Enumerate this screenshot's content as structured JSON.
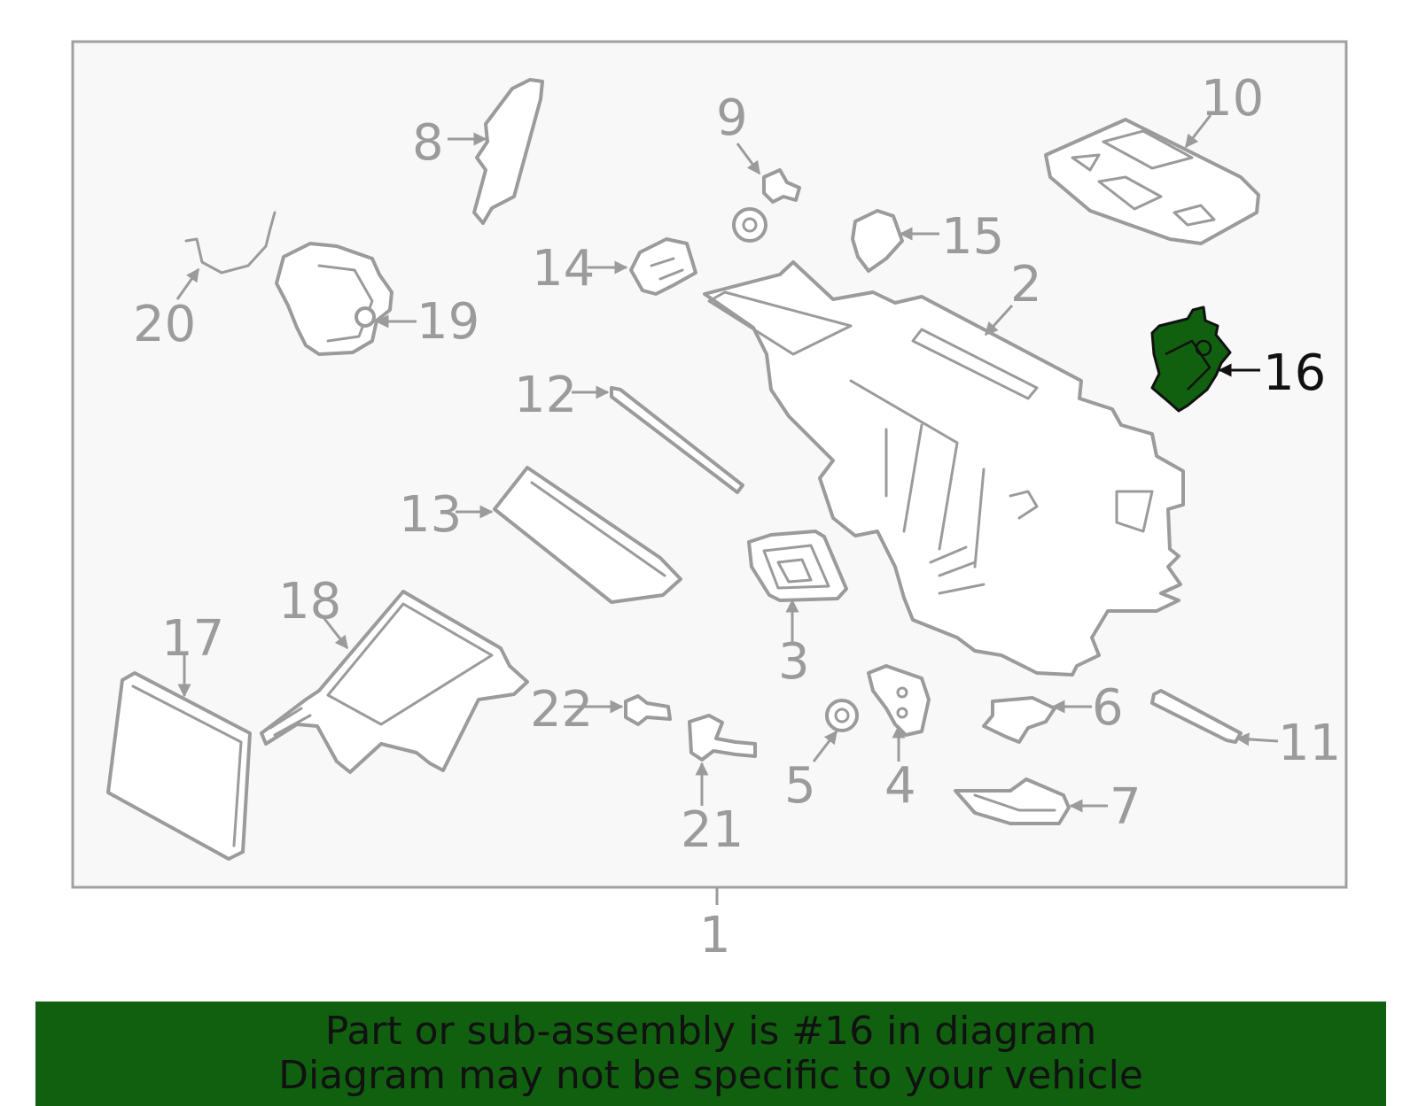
{
  "diagram": {
    "highlighted_part": "16",
    "highlight_color": "#106010",
    "callouts": [
      {
        "id": "1",
        "label": "1"
      },
      {
        "id": "2",
        "label": "2"
      },
      {
        "id": "3",
        "label": "3"
      },
      {
        "id": "4",
        "label": "4"
      },
      {
        "id": "5",
        "label": "5"
      },
      {
        "id": "6",
        "label": "6"
      },
      {
        "id": "7",
        "label": "7"
      },
      {
        "id": "8",
        "label": "8"
      },
      {
        "id": "9",
        "label": "9"
      },
      {
        "id": "10",
        "label": "10"
      },
      {
        "id": "11",
        "label": "11"
      },
      {
        "id": "12",
        "label": "12"
      },
      {
        "id": "13",
        "label": "13"
      },
      {
        "id": "14",
        "label": "14"
      },
      {
        "id": "15",
        "label": "15"
      },
      {
        "id": "16",
        "label": "16"
      },
      {
        "id": "17",
        "label": "17"
      },
      {
        "id": "18",
        "label": "18"
      },
      {
        "id": "19",
        "label": "19"
      },
      {
        "id": "20",
        "label": "20"
      },
      {
        "id": "21",
        "label": "21"
      },
      {
        "id": "22",
        "label": "22"
      }
    ]
  },
  "banner": {
    "line1": "Part or sub-assembly is #16 in diagram",
    "line2": "Diagram may not be specific to your vehicle",
    "background_color": "#106010"
  }
}
